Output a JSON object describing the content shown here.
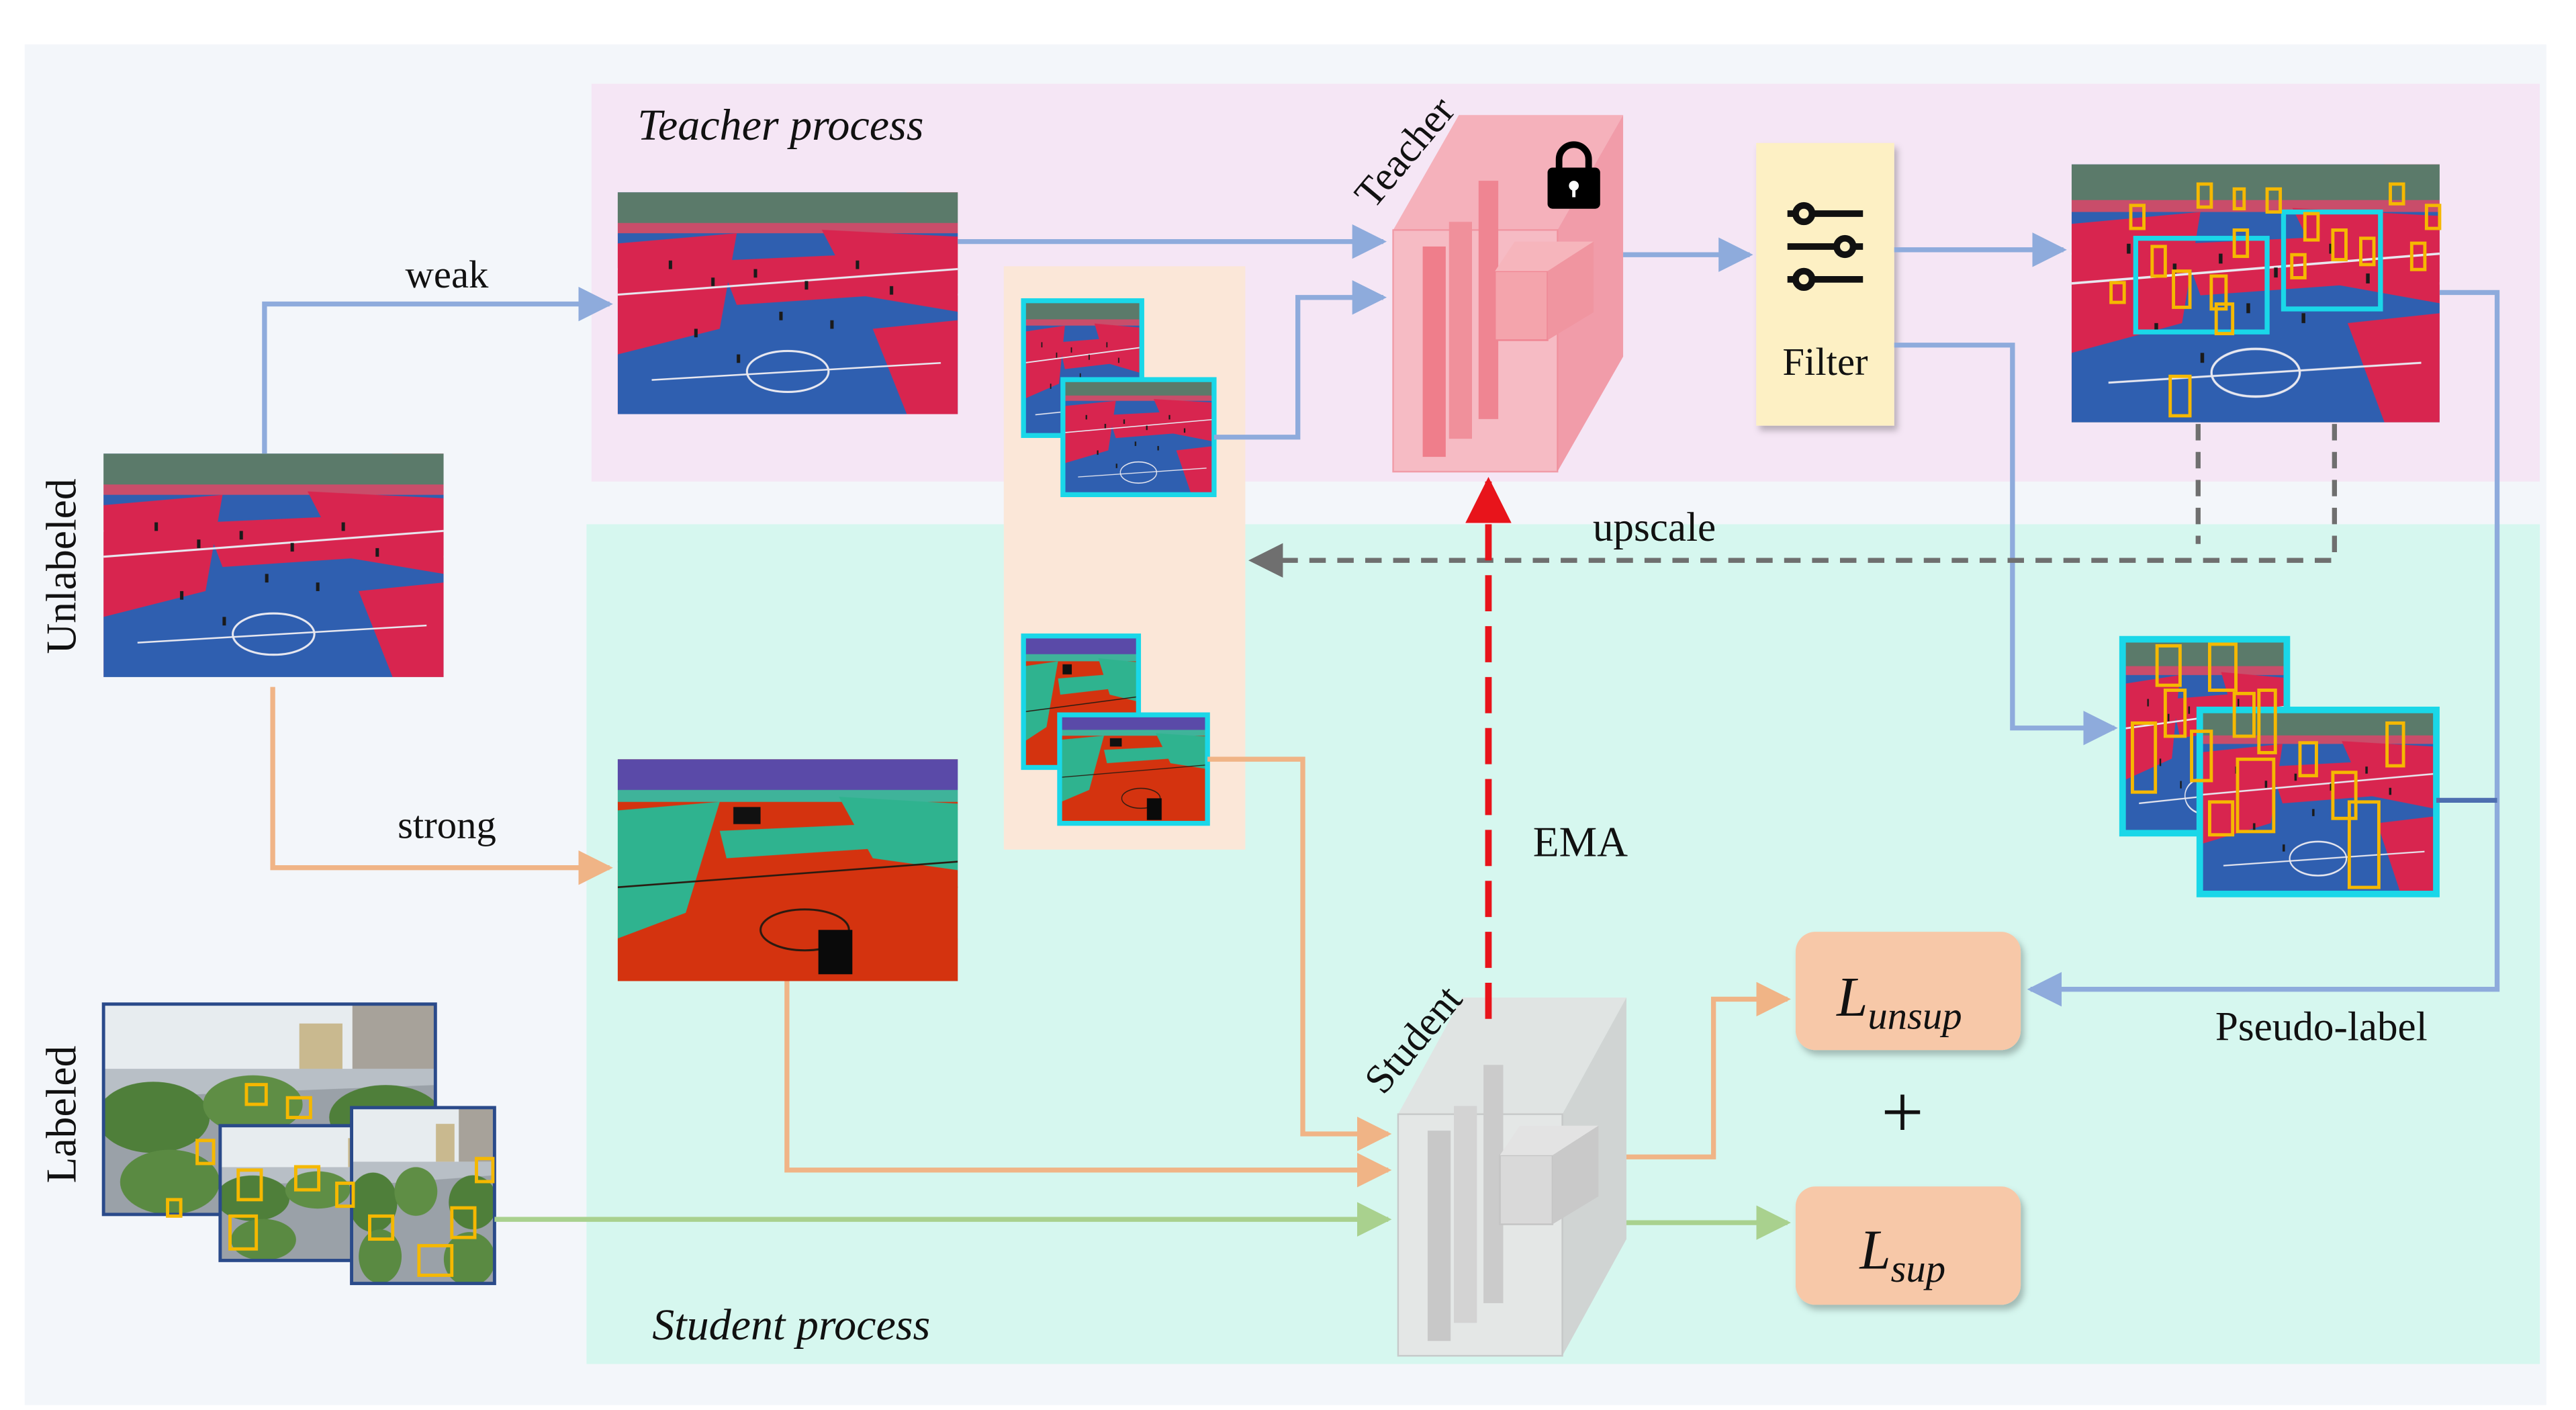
{
  "sections": {
    "teacher_title": "Teacher process",
    "student_title": "Student process"
  },
  "side_labels": {
    "unlabeled": "Unlabeled",
    "labeled": "Labeled"
  },
  "edges": {
    "weak": "weak",
    "strong": "strong",
    "upscale": "upscale",
    "ema": "EMA",
    "pseudo_label": "Pseudo-label"
  },
  "models": {
    "teacher": "Teacher",
    "student": "Student",
    "filter": "Filter"
  },
  "losses": {
    "unsup_base": "L",
    "unsup_sub": "unsup",
    "sup_base": "L",
    "sup_sub": "sup",
    "plus": "+"
  },
  "colors": {
    "teacher_bg": "#f5e6f5",
    "student_bg": "#d6f7ef",
    "crop_bg": "#fbe7d8",
    "weak_arrow": "#8eabdc",
    "strong_arrow": "#f0b486",
    "sup_arrow": "#a9d18e",
    "ema_arrow": "#e8141b",
    "upscale_arrow": "#6f6f6f",
    "filter_bg": "#fdf0c4",
    "loss_bg": "#f7c8a8",
    "crop_border": "#1ad7e8",
    "box_yellow": "#f5b800"
  },
  "icons": [
    "lock-icon",
    "filter-sliders-icon"
  ]
}
